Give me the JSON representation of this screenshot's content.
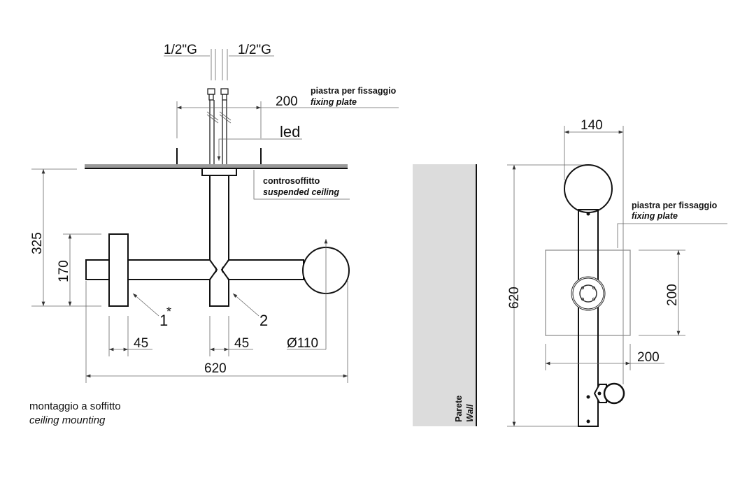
{
  "colors": {
    "line": "#111111",
    "wall": "#dcdcdc",
    "ceiling": "#9a9a9a"
  },
  "ceiling_view": {
    "thread_left": "1/2\"G",
    "thread_right": "1/2\"G",
    "plate_width": "200",
    "plate_label": "piastra per fissaggio",
    "plate_label_en": "fixing plate",
    "led_label": "led",
    "ceiling_label": "controsoffitto",
    "ceiling_label_en": "suspended ceiling",
    "height_total": "325",
    "height_handle": "170",
    "callout_1": "1",
    "callout_1_mark": "*",
    "callout_2": "2",
    "width_disc": "45",
    "width_tube": "45",
    "sphere_diameter": "Ø110",
    "total_width": "620",
    "caption": "montaggio a soffitto",
    "caption_en": "ceiling mounting"
  },
  "wall_view": {
    "sphere_width": "140",
    "plate_label": "piastra per fissaggio",
    "plate_label_en": "fixing plate",
    "total_height": "620",
    "plate_height": "200",
    "plate_width": "200",
    "wall_label": "Parete",
    "wall_label_en": "Wall"
  }
}
